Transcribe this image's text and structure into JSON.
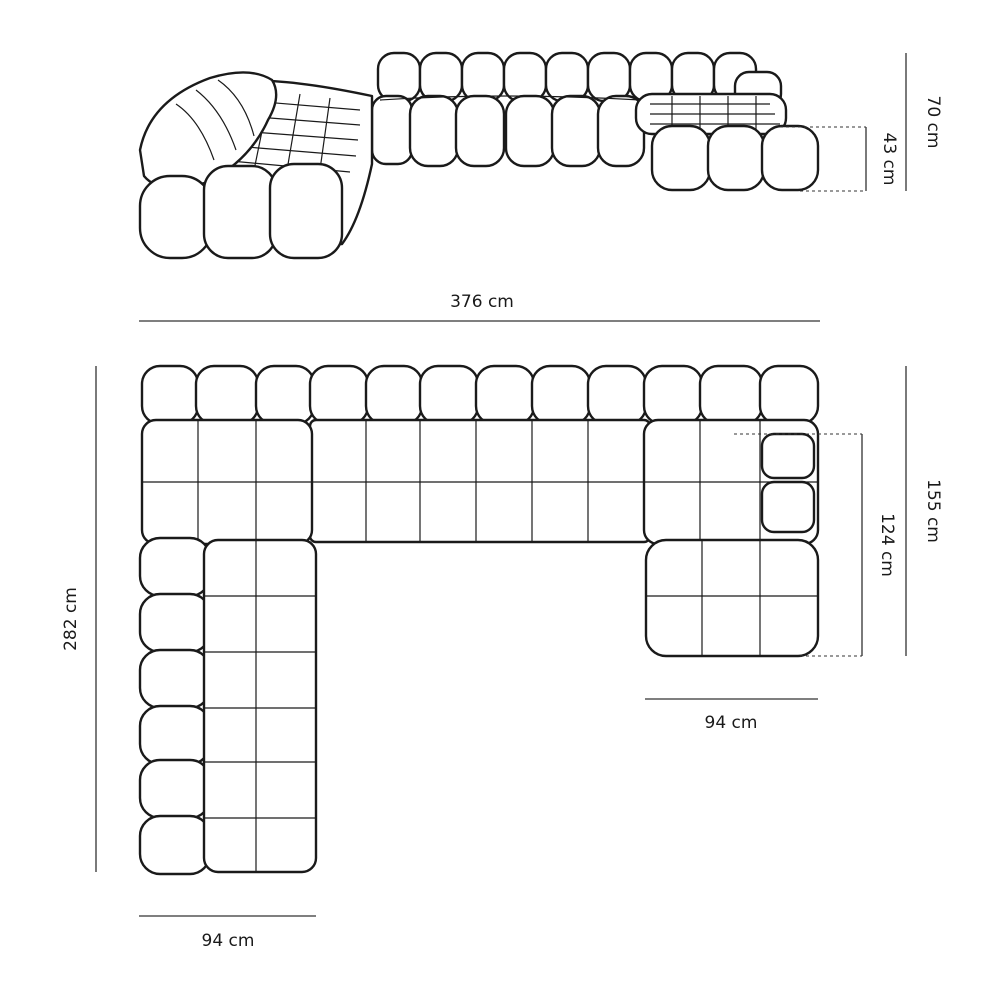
{
  "dimensions": {
    "height_total": "70 cm",
    "seat_height": "43 cm",
    "width_total": "376 cm",
    "depth_right": "155 cm",
    "depth_right_chaise": "124 cm",
    "depth_left": "282 cm",
    "module_width_left": "94 cm",
    "module_width_right": "94 cm"
  }
}
